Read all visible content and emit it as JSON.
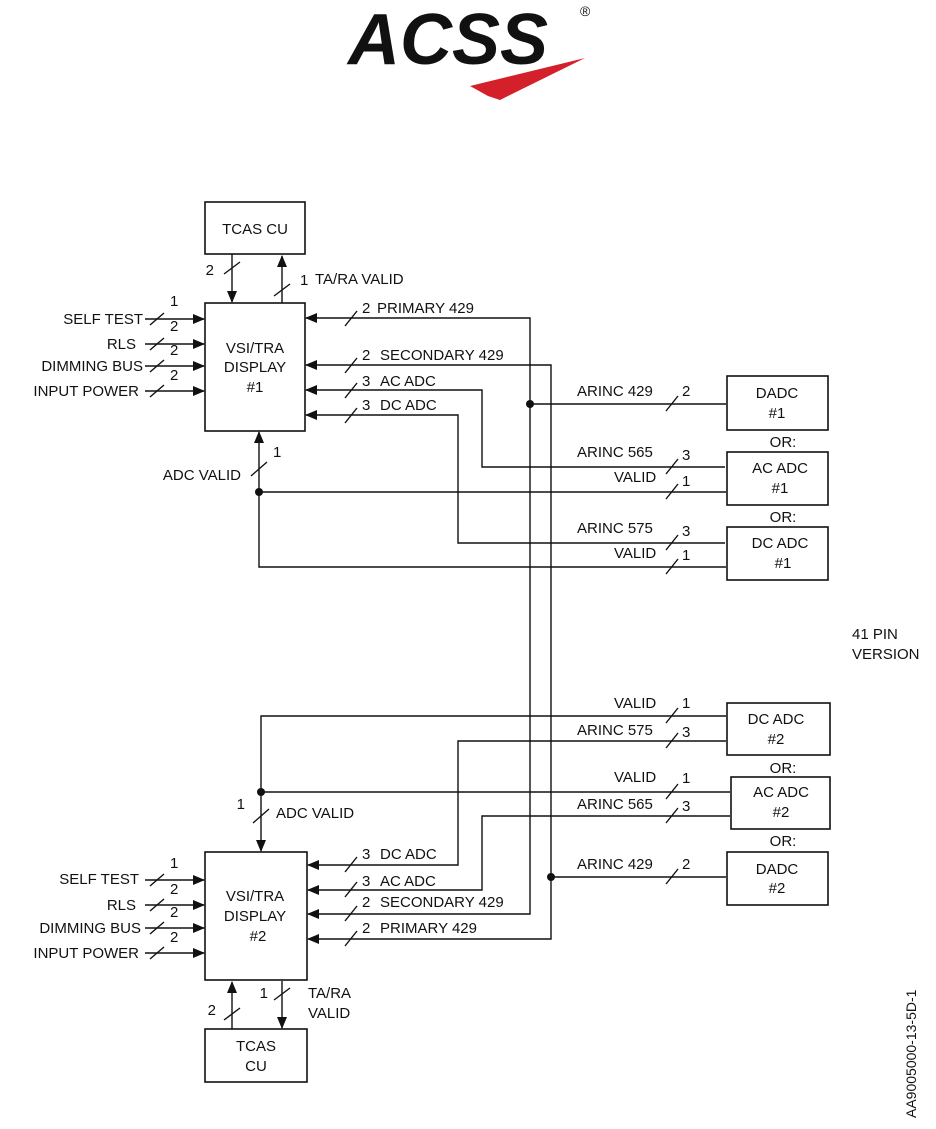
{
  "logo": {
    "text": "ACSS",
    "registered": "®",
    "accent_color": "#d4202a"
  },
  "boxes": {
    "tcas_cu_1": [
      "TCAS CU"
    ],
    "display_1": [
      "VSI/TRA",
      "DISPLAY",
      "#1"
    ],
    "dadc_1": [
      "DADC",
      "#1"
    ],
    "ac_adc_1": [
      "AC ADC",
      "#1"
    ],
    "dc_adc_1": [
      "DC ADC",
      "#1"
    ],
    "dc_adc_2": [
      "DC ADC",
      "#2"
    ],
    "ac_adc_2": [
      "AC ADC",
      "#2"
    ],
    "dadc_2": [
      "DADC",
      "#2"
    ],
    "display_2": [
      "VSI/TRA",
      "DISPLAY",
      "#2"
    ],
    "tcas_cu_2": [
      "TCAS",
      "CU"
    ]
  },
  "or_label": "OR:",
  "inputs": [
    "SELF TEST",
    "RLS",
    "DIMMING BUS",
    "INPUT POWER"
  ],
  "input_counts": [
    "1",
    "2",
    "2",
    "2"
  ],
  "labels": {
    "ta_ra_valid": "TA/RA VALID",
    "ta_ra": "TA/RA",
    "valid": "VALID",
    "primary_429": "PRIMARY 429",
    "secondary_429": "SECONDARY 429",
    "ac_adc": "AC ADC",
    "dc_adc": "DC ADC",
    "adc_valid_1": "ADC  VALID",
    "adc_valid_2": "ADC VALID",
    "arinc_429": "ARINC 429",
    "arinc_565": "ARINC 565",
    "arinc_575": "ARINC 575"
  },
  "counts": {
    "one": "1",
    "two": "2",
    "three": "3"
  },
  "version_note": [
    "41 PIN",
    "VERSION"
  ],
  "figure_id": "AA9005000-13-5D-1"
}
